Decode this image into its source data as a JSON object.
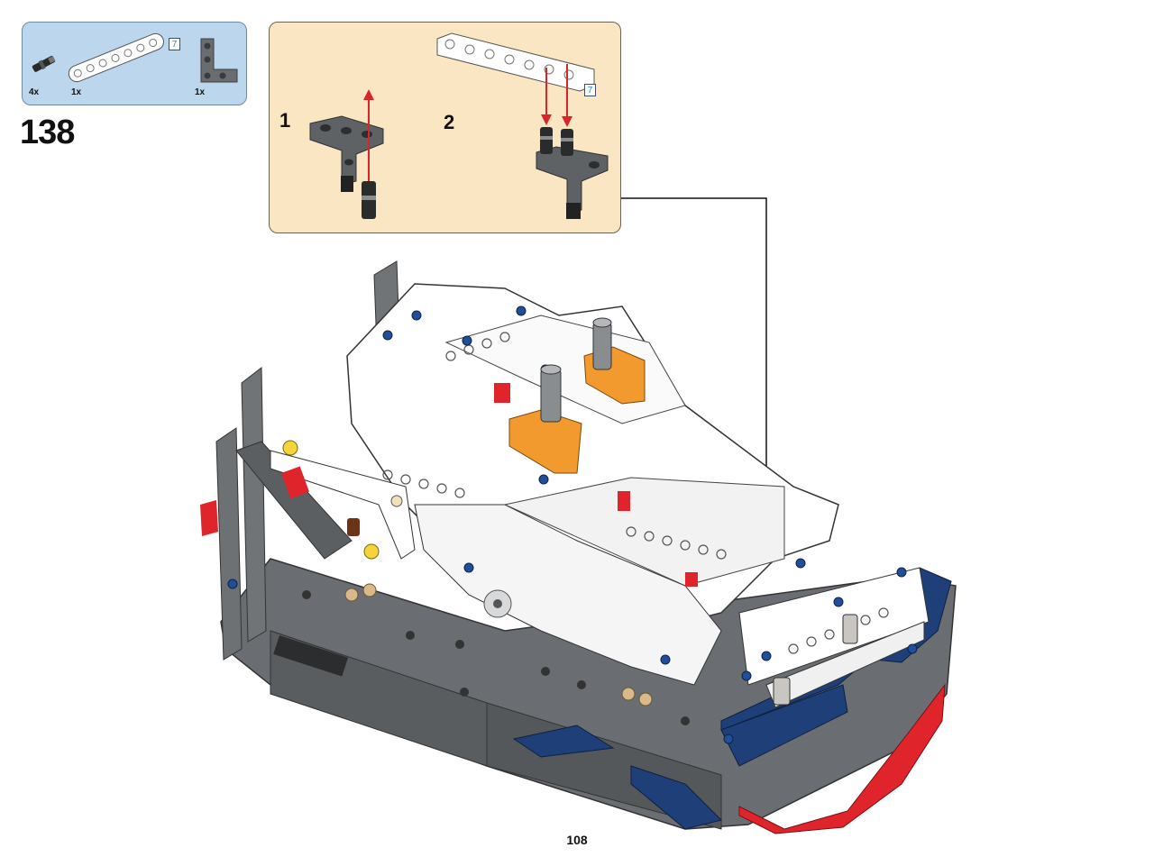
{
  "step": {
    "number": "138"
  },
  "parts_list": {
    "items": [
      {
        "qty": "4x",
        "part": "axle-pin-icon"
      },
      {
        "qty": "1x",
        "part": "liftarm-7-white-icon",
        "length_badge": "7"
      },
      {
        "qty": "1x",
        "part": "t-liftarm-grey-icon"
      }
    ]
  },
  "callout": {
    "substeps": [
      {
        "number": "1"
      },
      {
        "number": "2",
        "length_badge": "7"
      }
    ]
  },
  "page": {
    "number": "108"
  },
  "colors": {
    "parts_box_bg": "#bcd6ee",
    "callout_bg": "#fbe6c4",
    "arrow_red": "#d9242a",
    "model_grey": "#5c5f63",
    "model_white": "#ffffff",
    "model_blue": "#1f3f78",
    "model_red": "#e0242b",
    "model_orange": "#f29a2e"
  }
}
